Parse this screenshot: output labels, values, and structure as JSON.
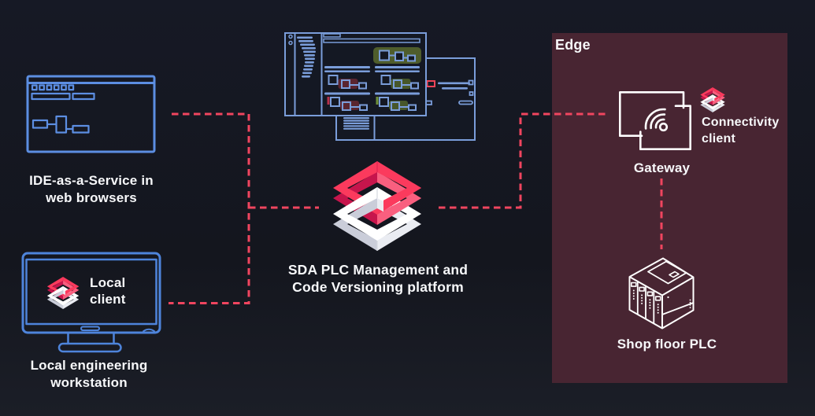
{
  "diagram": {
    "ide": {
      "label1": "IDE-as-a-Service in",
      "label2": "web browsers"
    },
    "platform": {
      "label1": "SDA PLC Management and",
      "label2": "Code Versioning platform"
    },
    "workstation": {
      "screen1": "Local",
      "screen2": "client",
      "label1": "Local engineering",
      "label2": "workstation"
    },
    "edge": {
      "title": "Edge",
      "gateway": "Gateway",
      "connectivity1": "Connectivity",
      "connectivity2": "client",
      "plc": "Shop floor PLC"
    }
  },
  "colors": {
    "background": "#161925",
    "edge_panel": "#482532",
    "connector_pink": "#F0455F",
    "logo_pink": "#FB3A5D",
    "logo_pink_dark": "#C6154C",
    "logo_pink_light": "#F95F7F",
    "logo_white": "#FFFFFF",
    "icon_blue": "#5C8EE2",
    "monitor_blue": "#4E84DB",
    "wireframe_blue": "#7A9DDA",
    "highlight_green": "#4F5D2C",
    "highlight_red": "#5A2530",
    "alert_red": "#EF4458",
    "text_white": "#F7F8FA"
  }
}
